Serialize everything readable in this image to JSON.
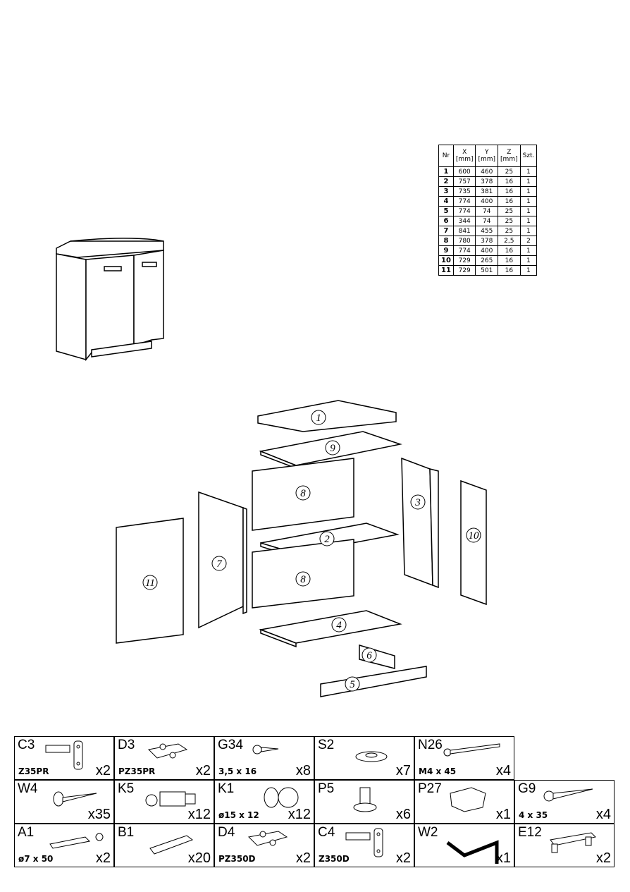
{
  "parts_table": {
    "headers": {
      "nr": "Nr",
      "x": "X",
      "y": "Y",
      "z": "Z",
      "unit": "[mm]",
      "qty": "Szt."
    },
    "rows": [
      {
        "nr": "1",
        "x": "600",
        "y": "460",
        "z": "25",
        "qty": "1"
      },
      {
        "nr": "2",
        "x": "757",
        "y": "378",
        "z": "16",
        "qty": "1"
      },
      {
        "nr": "3",
        "x": "735",
        "y": "381",
        "z": "16",
        "qty": "1"
      },
      {
        "nr": "4",
        "x": "774",
        "y": "400",
        "z": "16",
        "qty": "1"
      },
      {
        "nr": "5",
        "x": "774",
        "y": "74",
        "z": "25",
        "qty": "1"
      },
      {
        "nr": "6",
        "x": "344",
        "y": "74",
        "z": "25",
        "qty": "1"
      },
      {
        "nr": "7",
        "x": "841",
        "y": "455",
        "z": "25",
        "qty": "1"
      },
      {
        "nr": "8",
        "x": "780",
        "y": "378",
        "z": "2,5",
        "qty": "2"
      },
      {
        "nr": "9",
        "x": "774",
        "y": "400",
        "z": "16",
        "qty": "1"
      },
      {
        "nr": "10",
        "x": "729",
        "y": "265",
        "z": "16",
        "qty": "1"
      },
      {
        "nr": "11",
        "x": "729",
        "y": "501",
        "z": "16",
        "qty": "1"
      }
    ]
  },
  "exploded_labels": [
    "1",
    "9",
    "8",
    "3",
    "10",
    "2",
    "7",
    "11",
    "8",
    "4",
    "6",
    "5"
  ],
  "hardware": [
    {
      "code": "C3",
      "spec": "Z35PR",
      "qty": "x2",
      "icon": "hinge"
    },
    {
      "code": "D3",
      "spec": "PZ35PR",
      "qty": "x2",
      "icon": "hinge-plate"
    },
    {
      "code": "G34",
      "spec": "3,5 x 16",
      "qty": "x8",
      "icon": "short-screw"
    },
    {
      "code": "S2",
      "spec": "",
      "qty": "x7",
      "icon": "cover-cap"
    },
    {
      "code": "N26",
      "spec": "M4 x 45",
      "qty": "x4",
      "icon": "bolt"
    },
    {
      "code": "W4",
      "spec": "",
      "qty": "x35",
      "icon": "nail"
    },
    {
      "code": "K5",
      "spec": "",
      "qty": "x12",
      "icon": "cam-bolt"
    },
    {
      "code": "K1",
      "spec": "ø15 x 12",
      "qty": "x12",
      "icon": "cam-lock"
    },
    {
      "code": "P5",
      "spec": "",
      "qty": "x6",
      "icon": "shelf-pin"
    },
    {
      "code": "P27",
      "spec": "",
      "qty": "x1",
      "icon": "bracket"
    },
    {
      "code": "G9",
      "spec": "4 x 35",
      "qty": "x4",
      "icon": "long-screw"
    },
    {
      "code": "A1",
      "spec": "ø7 x 50",
      "qty": "x2",
      "icon": "wall-anchor"
    },
    {
      "code": "B1",
      "spec": "",
      "qty": "x20",
      "icon": "dowel"
    },
    {
      "code": "D4",
      "spec": "PZ350D",
      "qty": "x2",
      "icon": "hinge-plate"
    },
    {
      "code": "C4",
      "spec": "Z350D",
      "qty": "x2",
      "icon": "hinge"
    },
    {
      "code": "W2",
      "spec": "",
      "qty": "x1",
      "icon": "allen-key"
    },
    {
      "code": "E12",
      "spec": "",
      "qty": "x2",
      "icon": "handle"
    }
  ]
}
